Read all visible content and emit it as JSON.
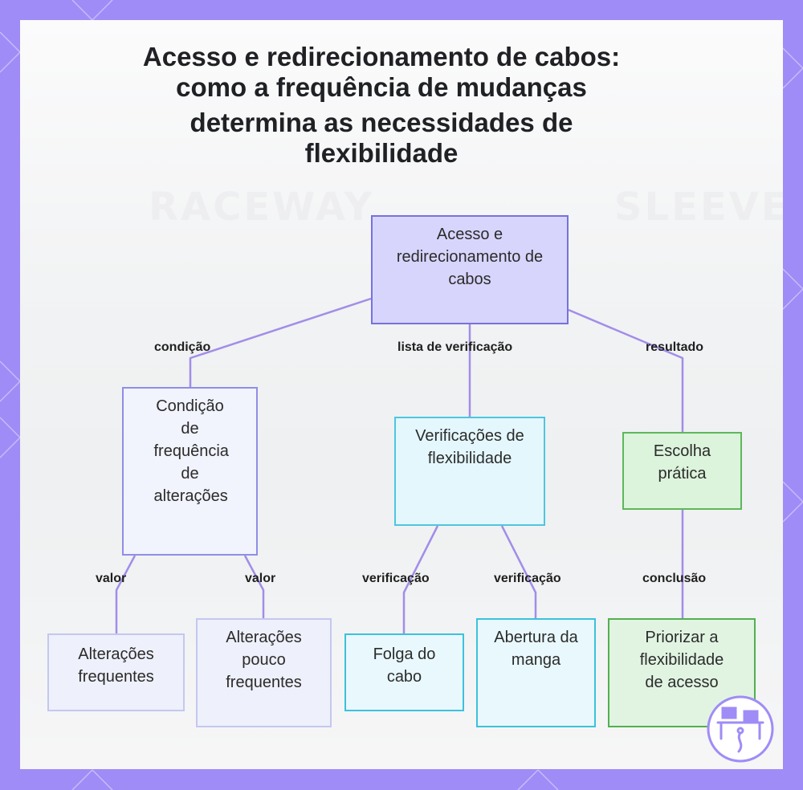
{
  "title_lines": [
    "Acesso e redirecionamento de cabos:",
    "como a frequência de mudanças",
    "determina as necessidades de",
    "flexibilidade"
  ],
  "background_words": [
    "RACEWAY",
    "SLEEVE"
  ],
  "nodes": {
    "root": "Acesso e redirecionamento de cabos",
    "condition": "Condição de frequência de alterações",
    "checks": "Verificações de flexibilidade",
    "result": "Escolha prática",
    "frequent": "Alterações frequentes",
    "infrequent": "Alterações pouco frequentes",
    "slack": "Folga do cabo",
    "sleeve": "Abertura da manga",
    "priority": "Priorizar a flexibilidade de acesso"
  },
  "edge_labels": {
    "condition": "condição",
    "checklist": "lista de verificação",
    "result": "resultado",
    "value_1": "valor",
    "value_2": "valor",
    "check_1": "verificação",
    "check_2": "verificação",
    "conclusion": "conclusão"
  },
  "colors": {
    "frame": "#a08cf6",
    "edge": "#a28de8",
    "root_fill": "#d7d5fc",
    "check_border": "#4ec6de",
    "result_border": "#5db85a"
  },
  "icons": [
    "workstation-logo-icon"
  ]
}
